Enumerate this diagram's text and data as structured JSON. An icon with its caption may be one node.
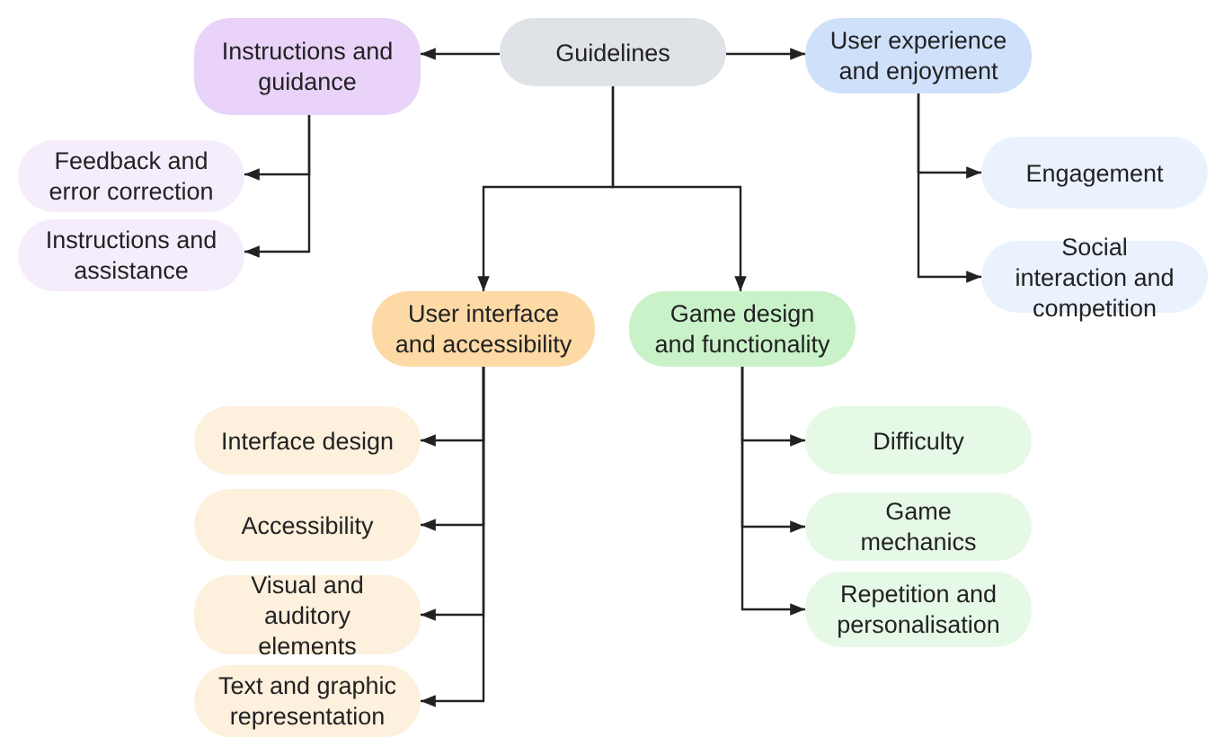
{
  "diagram": {
    "nodes": [
      {
        "text": [
          "Guidelines"
        ]
      },
      {
        "text": [
          "Instructions and guidance"
        ]
      },
      {
        "text": [
          "User experience and enjoyment"
        ]
      },
      {
        "text": [
          "Feedback and error correction"
        ]
      },
      {
        "text": [
          "Instructions and assistance"
        ]
      },
      {
        "text": [
          "Engagement"
        ]
      },
      {
        "text": [
          "Social interaction and competition"
        ]
      },
      {
        "text": [
          "User interface and accessibility"
        ]
      },
      {
        "text": [
          "Game design and functionality"
        ]
      },
      {
        "text": [
          "Interface design"
        ]
      },
      {
        "text": [
          "Accessibility"
        ]
      },
      {
        "text": [
          "Visual and auditory elements"
        ]
      },
      {
        "text": [
          "Text and graphic representation"
        ]
      },
      {
        "text": [
          "Difficulty"
        ]
      },
      {
        "text": [
          "Game mechanics"
        ]
      },
      {
        "text": [
          "Repetition and personalisation"
        ]
      }
    ],
    "edges": [
      {
        "from": 0,
        "to": 1,
        "arrow": "to"
      },
      {
        "from": 0,
        "to": 2,
        "arrow": "to"
      },
      {
        "from": 0,
        "to": 7,
        "arrow": "to"
      },
      {
        "from": 0,
        "to": 8,
        "arrow": "to"
      },
      {
        "from": 1,
        "to": 3,
        "arrow": "to"
      },
      {
        "from": 1,
        "to": 4,
        "arrow": "to"
      },
      {
        "from": 2,
        "to": 5,
        "arrow": "to"
      },
      {
        "from": 2,
        "to": 6,
        "arrow": "to"
      },
      {
        "from": 7,
        "to": 9,
        "arrow": "to"
      },
      {
        "from": 7,
        "to": 10,
        "arrow": "to"
      },
      {
        "from": 7,
        "to": 11,
        "arrow": "to"
      },
      {
        "from": 7,
        "to": 12,
        "arrow": "to"
      },
      {
        "from": 8,
        "to": 13,
        "arrow": "to"
      },
      {
        "from": 8,
        "to": 14,
        "arrow": "to"
      },
      {
        "from": 8,
        "to": 15,
        "arrow": "to"
      }
    ]
  }
}
